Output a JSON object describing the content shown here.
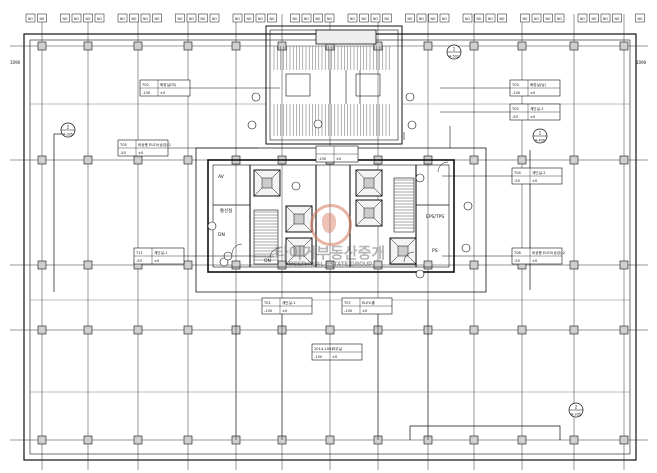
{
  "drawing": {
    "title": "Floor plan (core with elevators and stairs)",
    "grid_bubble_label": "NO",
    "section_marks": [
      {
        "id": "mark-1",
        "num": "1",
        "ref": "A-502"
      },
      {
        "id": "mark-2",
        "num": "2",
        "ref": "A-335"
      },
      {
        "id": "mark-3",
        "num": "1",
        "ref": "A-400"
      },
      {
        "id": "mark-4",
        "num": "2",
        "ref": "A-335"
      }
    ],
    "level_marks": [
      "1090",
      "1090"
    ],
    "room_labels": [
      {
        "id": "lbl-av",
        "text": "AV"
      },
      {
        "id": "lbl-stair-left",
        "text": "통신실"
      },
      {
        "id": "lbl-dn",
        "text": "DN"
      },
      {
        "id": "lbl-on",
        "text": "ON"
      },
      {
        "id": "lbl-ps",
        "text": "PS"
      },
      {
        "id": "lbl-eps",
        "text": "EPS/TPS"
      }
    ],
    "finish_tags": [
      {
        "id": "tag-t02a",
        "code": "T02",
        "name": "화장실(여)",
        "lev1": "-150",
        "lev2": "±0"
      },
      {
        "id": "tag-t03",
        "code": "T03",
        "name": "화장실(남)",
        "lev1": "-150",
        "lev2": "±0"
      },
      {
        "id": "tag-t02b",
        "code": "T02",
        "name": "계단실-2",
        "lev1": "-50",
        "lev2": "±0"
      },
      {
        "id": "tag-t05",
        "code": "T05",
        "name": "비상용 ELEV(승강)-1",
        "lev1": "-50",
        "lev2": "±0"
      },
      {
        "id": "tag-t04",
        "code": "T04",
        "name": "계단실-2",
        "lev1": "-50",
        "lev2": "±0"
      },
      {
        "id": "tag-t11",
        "code": "T11",
        "name": "계단실-1",
        "lev1": "-50",
        "lev2": "±0"
      },
      {
        "id": "tag-t06",
        "code": "T06",
        "name": "비상용 ELEV(승강)-2",
        "lev1": "-50",
        "lev2": "±0"
      },
      {
        "id": "tag-center",
        "code": "",
        "name": "",
        "lev1": "-150",
        "lev2": "±0"
      },
      {
        "id": "tag-t01",
        "code": "T01",
        "name": "계단실-1",
        "lev1": "-150",
        "lev2": "±0"
      },
      {
        "id": "tag-t07",
        "code": "T07",
        "name": "ELEV.홀",
        "lev1": "-150",
        "lev2": "±0"
      },
      {
        "id": "tag-office",
        "code": "2014-1001",
        "name": "사무실",
        "lev1": "-150",
        "lev2": "±0"
      }
    ]
  },
  "watermark": {
    "text_ko": "타이거부동산중개",
    "text_en": "TIGER REAL ESTATE GROUP"
  }
}
